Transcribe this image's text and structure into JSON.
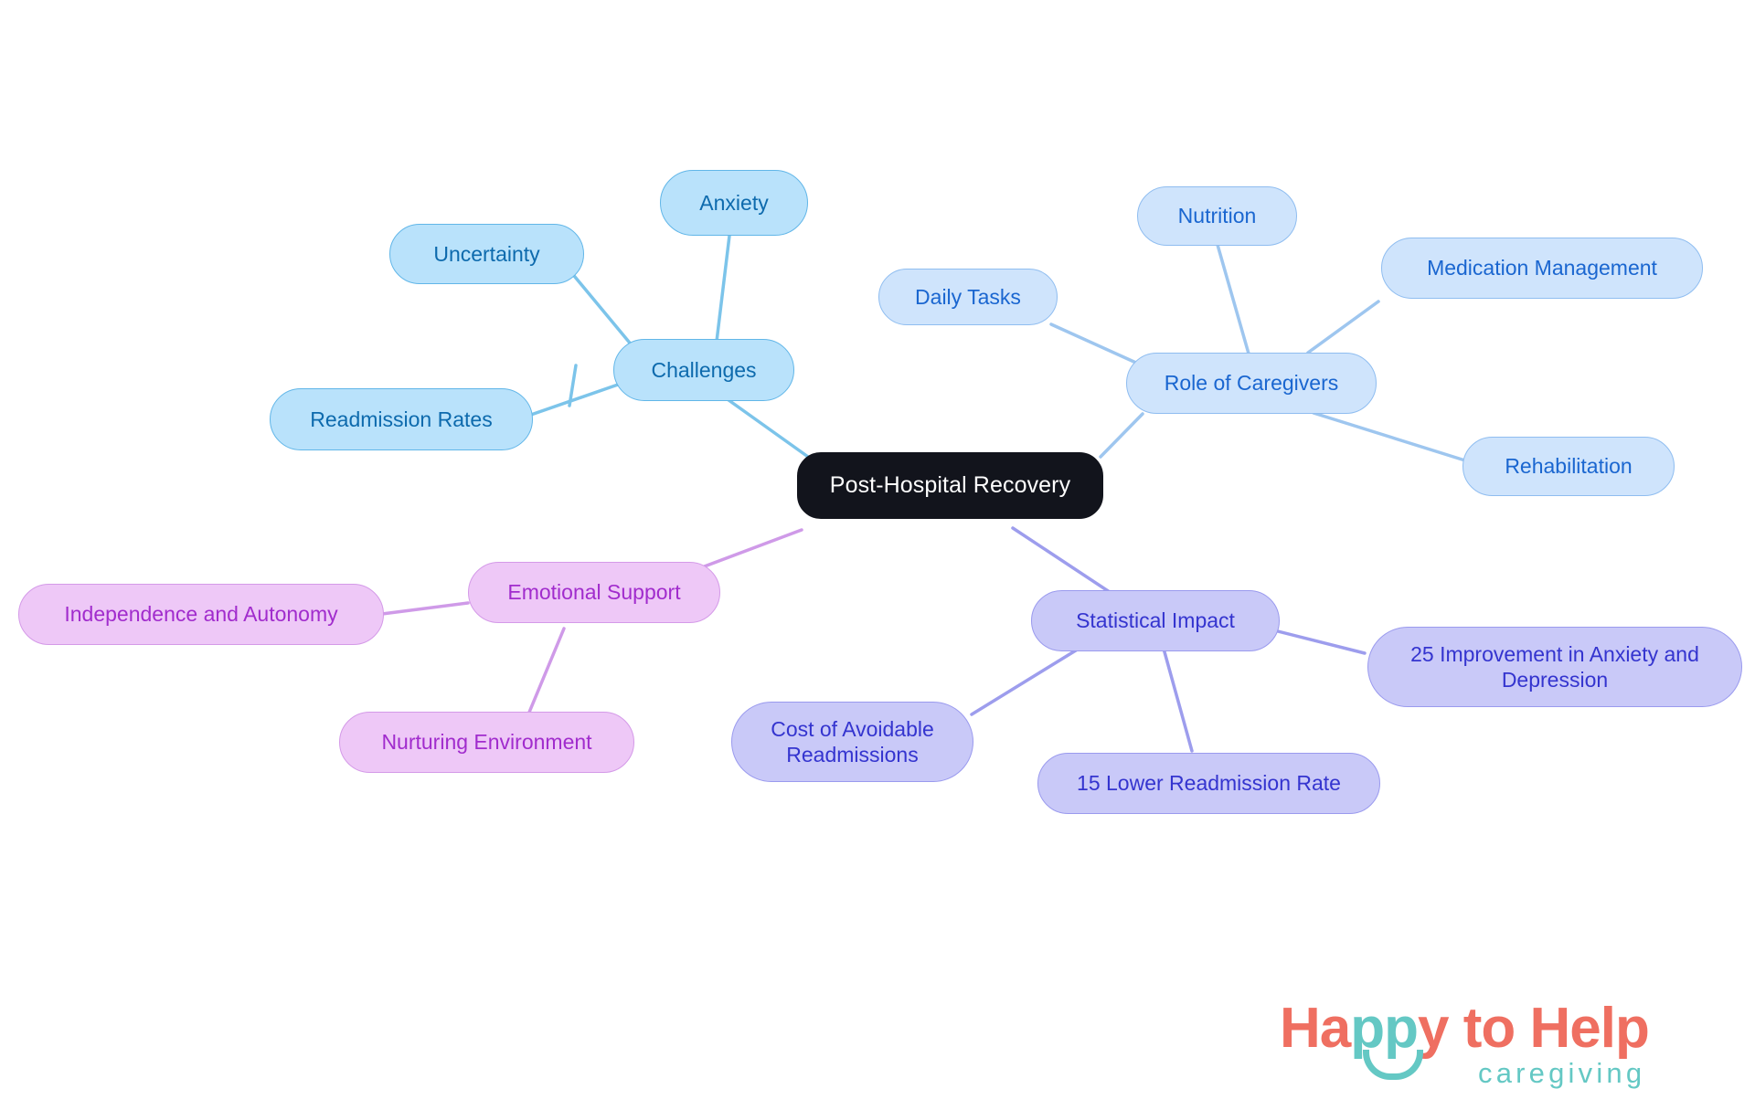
{
  "diagram": {
    "type": "mindmap",
    "title": "Post-Hospital Recovery",
    "background_color": "#ffffff"
  },
  "root": {
    "id": "post-hospital-recovery",
    "label": "Post-Hospital Recovery",
    "fill": "#12141c",
    "text_color": "#ffffff"
  },
  "branches": [
    {
      "id": "challenges",
      "label": "Challenges",
      "fill": "#b9e2fb",
      "border": "#61b6e8",
      "text_color": "#0d6aad",
      "children": [
        {
          "id": "uncertainty",
          "label": "Uncertainty"
        },
        {
          "id": "anxiety",
          "label": "Anxiety"
        },
        {
          "id": "readmission-rates",
          "label": "Readmission Rates"
        }
      ]
    },
    {
      "id": "role-of-caregivers",
      "label": "Role of Caregivers",
      "fill": "#cfe4fc",
      "border": "#8fbdf0",
      "text_color": "#1a66d0",
      "children": [
        {
          "id": "daily-tasks",
          "label": "Daily Tasks"
        },
        {
          "id": "nutrition",
          "label": "Nutrition"
        },
        {
          "id": "medication-management",
          "label": "Medication Management"
        },
        {
          "id": "rehabilitation",
          "label": "Rehabilitation"
        }
      ]
    },
    {
      "id": "statistical-impact",
      "label": "Statistical Impact",
      "fill": "#c9c9f8",
      "border": "#9a9aee",
      "text_color": "#3434cf",
      "children": [
        {
          "id": "cost-of-avoidable-readmissions",
          "label": "Cost of Avoidable\nReadmissions"
        },
        {
          "id": "improvement-anxiety-depression",
          "label": "25 Improvement in Anxiety and\nDepression"
        },
        {
          "id": "lower-readmission-rate",
          "label": "15 Lower Readmission Rate"
        }
      ]
    },
    {
      "id": "emotional-support",
      "label": "Emotional Support",
      "fill": "#eec8f7",
      "border": "#d49ae8",
      "text_color": "#a12ccd",
      "children": [
        {
          "id": "independence-and-autonomy",
          "label": "Independence and Autonomy"
        },
        {
          "id": "nurturing-environment",
          "label": "Nurturing Environment"
        }
      ]
    }
  ],
  "logo": {
    "word_happy_a": "Ha",
    "word_pp": "pp",
    "word_rest": "y to Help",
    "subtitle": "caregiving",
    "primary_color": "#ef6f61",
    "accent_color": "#64c8c4"
  }
}
